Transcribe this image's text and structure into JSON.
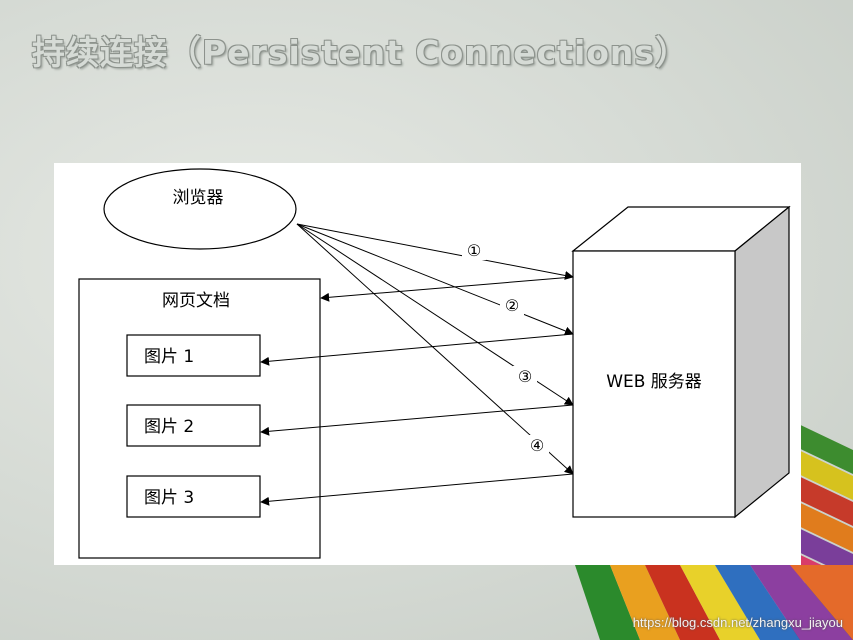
{
  "slide": {
    "title": "持续连接（Persistent Connections）"
  },
  "diagram": {
    "browser_label": "浏览器",
    "document_label": "网页文档",
    "images": [
      "图片 1",
      "图片 2",
      "图片 3"
    ],
    "server_label": "WEB 服务器",
    "request_markers": [
      "①",
      "②",
      "③",
      "④"
    ]
  },
  "watermark": "https://blog.csdn.net/zhangxu_jiayou"
}
